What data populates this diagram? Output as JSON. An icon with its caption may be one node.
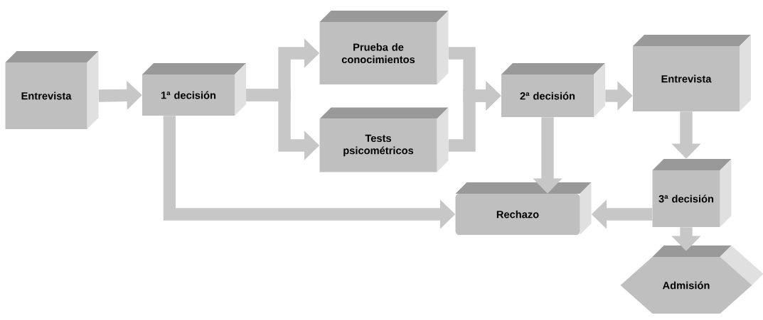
{
  "diagram": {
    "nodes": [
      {
        "text": [
          "Entrevista"
        ]
      },
      {
        "text": [
          "1ª decisión"
        ]
      },
      {
        "text": [
          "Prueba de conocimientos"
        ]
      },
      {
        "text": [
          "Tests psicométricos"
        ]
      },
      {
        "text": [
          "2ª decisión"
        ]
      },
      {
        "text": [
          "Entrevista"
        ]
      },
      {
        "text": [
          "Rechazo"
        ]
      },
      {
        "text": [
          "3ª decisión"
        ]
      },
      {
        "text": [
          "Admisión"
        ]
      }
    ],
    "edges": [
      {
        "from": 0,
        "to": 1,
        "arrow": "to"
      },
      {
        "from": 1,
        "to": 2,
        "arrow": "to"
      },
      {
        "from": 1,
        "to": 3,
        "arrow": "to"
      },
      {
        "from": 2,
        "to": 4,
        "arrow": "to"
      },
      {
        "from": 3,
        "to": 4,
        "arrow": "to"
      },
      {
        "from": 4,
        "to": 5,
        "arrow": "to"
      },
      {
        "from": 1,
        "to": 6,
        "arrow": "to"
      },
      {
        "from": 4,
        "to": 6,
        "arrow": "to"
      },
      {
        "from": 5,
        "to": 7,
        "arrow": "to"
      },
      {
        "from": 7,
        "to": 6,
        "arrow": "to"
      },
      {
        "from": 7,
        "to": 8,
        "arrow": "to"
      }
    ]
  }
}
